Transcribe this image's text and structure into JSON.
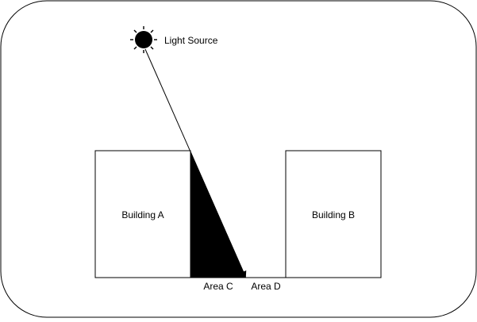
{
  "labels": {
    "light_source": "Light Source",
    "building_a": "Building A",
    "building_b": "Building B",
    "area_c": "Area C",
    "area_d": "Area D"
  },
  "colors": {
    "stroke": "#000000",
    "fill_dark": "#000000",
    "background": "#ffffff"
  },
  "icons": {
    "light_source": "sun-icon"
  }
}
